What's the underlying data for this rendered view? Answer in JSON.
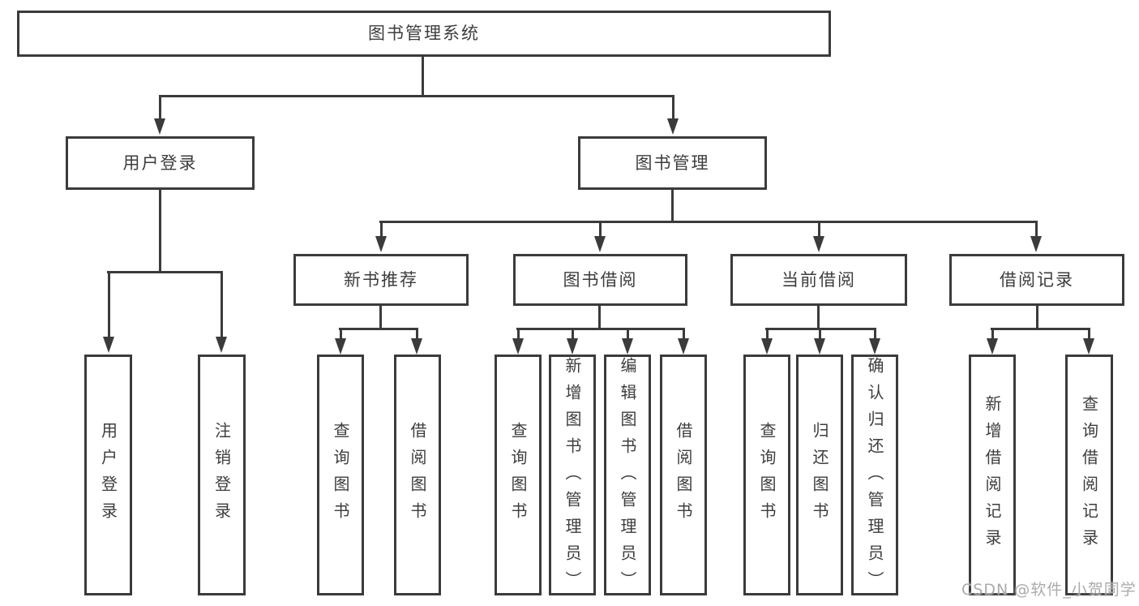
{
  "diagram": {
    "root": {
      "label": "图书管理系统"
    },
    "branches": [
      {
        "label": "用户登录",
        "children": [
          {
            "label": "用户登录"
          },
          {
            "label": "注销登录"
          }
        ]
      },
      {
        "label": "图书管理",
        "children": [
          {
            "label": "新书推荐",
            "children": [
              {
                "label": "查询图书"
              },
              {
                "label": "借阅图书"
              }
            ]
          },
          {
            "label": "图书借阅",
            "children": [
              {
                "label": "查询图书"
              },
              {
                "label": "新增图书（管理员）"
              },
              {
                "label": "编辑图书（管理员）"
              },
              {
                "label": "借阅图书"
              }
            ]
          },
          {
            "label": "当前借阅",
            "children": [
              {
                "label": "查询图书"
              },
              {
                "label": "归还图书"
              },
              {
                "label": "确认归还（管理员）"
              }
            ]
          },
          {
            "label": "借阅记录",
            "children": [
              {
                "label": "新增借阅记录"
              },
              {
                "label": "查询借阅记录"
              }
            ]
          }
        ]
      }
    ]
  },
  "watermark": {
    "text": "CSDN @软件_小贺同学"
  },
  "colors": {
    "line": "#3b3b3b",
    "text": "#3d3d3d",
    "watermark": "#ababab",
    "background": "#ffffff"
  }
}
